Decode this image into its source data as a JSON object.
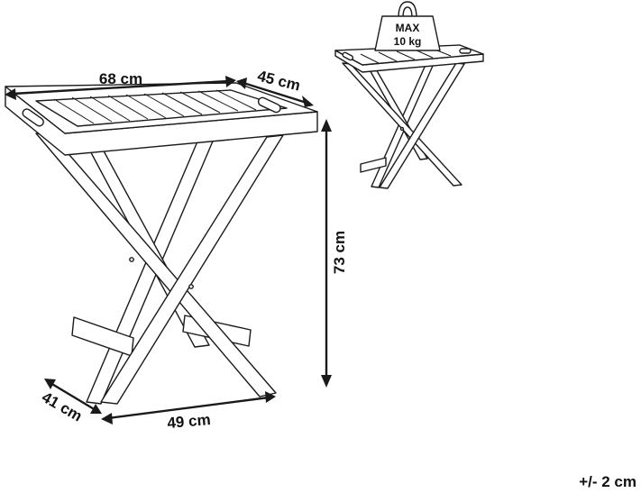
{
  "dimensions": {
    "width": "68 cm",
    "depth": "45 cm",
    "height": "73 cm",
    "base_depth": "41 cm",
    "base_width": "49 cm"
  },
  "weight_badge": {
    "line1": "MAX",
    "line2": "10 kg"
  },
  "tolerance": "+/- 2 cm"
}
